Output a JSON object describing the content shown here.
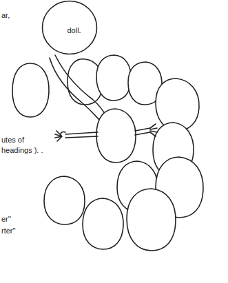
{
  "diagram": {
    "nodes": [
      {
        "text": [
          "doll."
        ]
      }
    ],
    "labels": [
      "ar,",
      "utes of",
      "headings ). .",
      "er''",
      "rter''"
    ]
  }
}
